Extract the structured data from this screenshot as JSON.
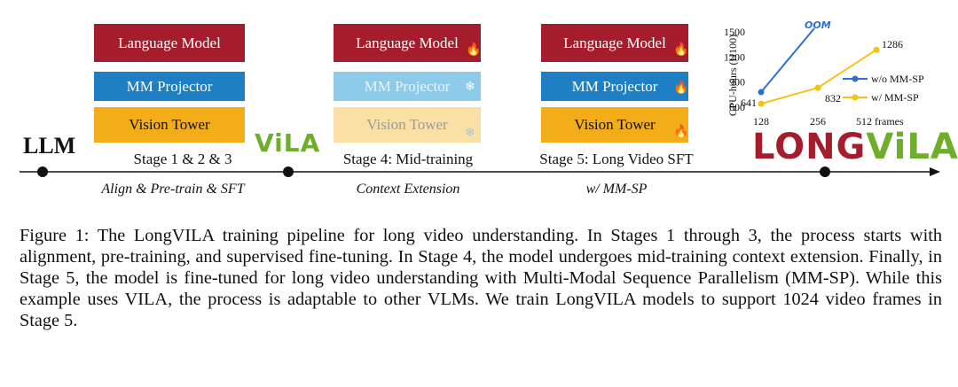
{
  "pipeline": {
    "llm_label": "LLM",
    "vila_logo": "ViLA",
    "longvila_logo_long": "LONG",
    "longvila_logo_vila": "ViLA",
    "stages": [
      {
        "language_model": "Language Model",
        "mm_projector": "MM Projector",
        "vision_tower": "Vision Tower",
        "label": "Stage 1 & 2 & 3",
        "sublabel": "Align & Pre-train & SFT"
      },
      {
        "language_model": "Language Model",
        "mm_projector": "MM Projector",
        "vision_tower": "Vision Tower",
        "label": "Stage 4: Mid-training",
        "sublabel": "Context Extension"
      },
      {
        "language_model": "Language Model",
        "mm_projector": "MM Projector",
        "vision_tower": "Vision Tower",
        "label": "Stage 5: Long Video SFT",
        "sublabel": "w/ MM-SP"
      }
    ],
    "status_icons": {
      "stage4_language_model": "fire-icon",
      "stage4_mm_projector": "snowflake-icon",
      "stage4_vision_tower": "snowflake-icon",
      "stage5_language_model": "fire-icon",
      "stage5_mm_projector": "fire-icon",
      "stage5_vision_tower": "fire-icon"
    },
    "colors": {
      "language_model": "#a51d2d",
      "mm_projector": "#1f7fc4",
      "vision_tower": "#f2ad18",
      "vila_green": "#6fae2b",
      "vila_red": "#c8102e",
      "long_red": "#a51d2d"
    }
  },
  "chart_data": {
    "type": "line",
    "ylabel": "GPU-hours (H100)",
    "x": [
      128,
      256,
      512
    ],
    "xticklabels": [
      "128",
      "256",
      "512 frames"
    ],
    "yticks": [
      600,
      900,
      1200,
      1500
    ],
    "ylim": [
      600,
      1500
    ],
    "series": [
      {
        "name": "w/o MM-SP",
        "color": "#2f6fd1",
        "values": [
          780,
          1560,
          null
        ],
        "annotation": "OOM"
      },
      {
        "name": "w/ MM-SP",
        "color": "#f5c316",
        "values": [
          641,
          832,
          1286
        ],
        "labels": [
          "641",
          "832",
          "1286"
        ]
      }
    ],
    "legend": "right"
  },
  "caption": "Figure 1: The LongVILA training pipeline for long video understanding. In Stages 1 through 3, the process starts with alignment, pre-training, and supervised fine-tuning. In Stage 4, the model undergoes mid-training context extension. Finally, in Stage 5, the model is fine-tuned for long video understanding with Multi-Modal Sequence Parallelism (MM-SP). While this example uses VILA, the process is adaptable to other VLMs. We train LongVILA models to support 1024 video frames in Stage 5."
}
